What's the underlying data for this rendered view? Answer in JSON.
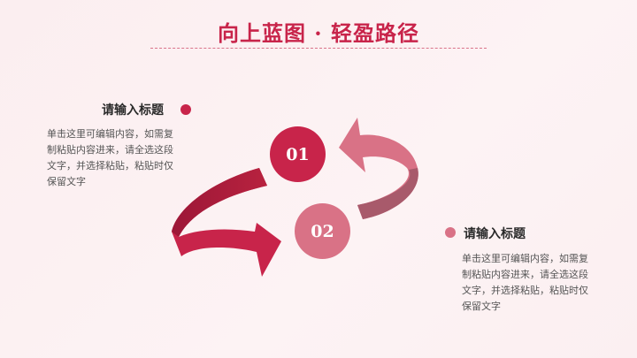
{
  "title": "向上蓝图 · 轻盈路径",
  "steps": [
    {
      "number": "01",
      "heading": "请输入标题",
      "body": "单击这里可编辑内容，如需复制粘贴内容进来，请全选这段文字，并选择粘贴，粘贴时仅保留文字",
      "color": "#c8244a"
    },
    {
      "number": "02",
      "heading": "请输入标题",
      "body": "单击这里可编辑内容，如需复制粘贴内容进来，请全选这段文字，并选择粘贴，粘贴时仅保留文字",
      "color": "#d97286"
    }
  ]
}
